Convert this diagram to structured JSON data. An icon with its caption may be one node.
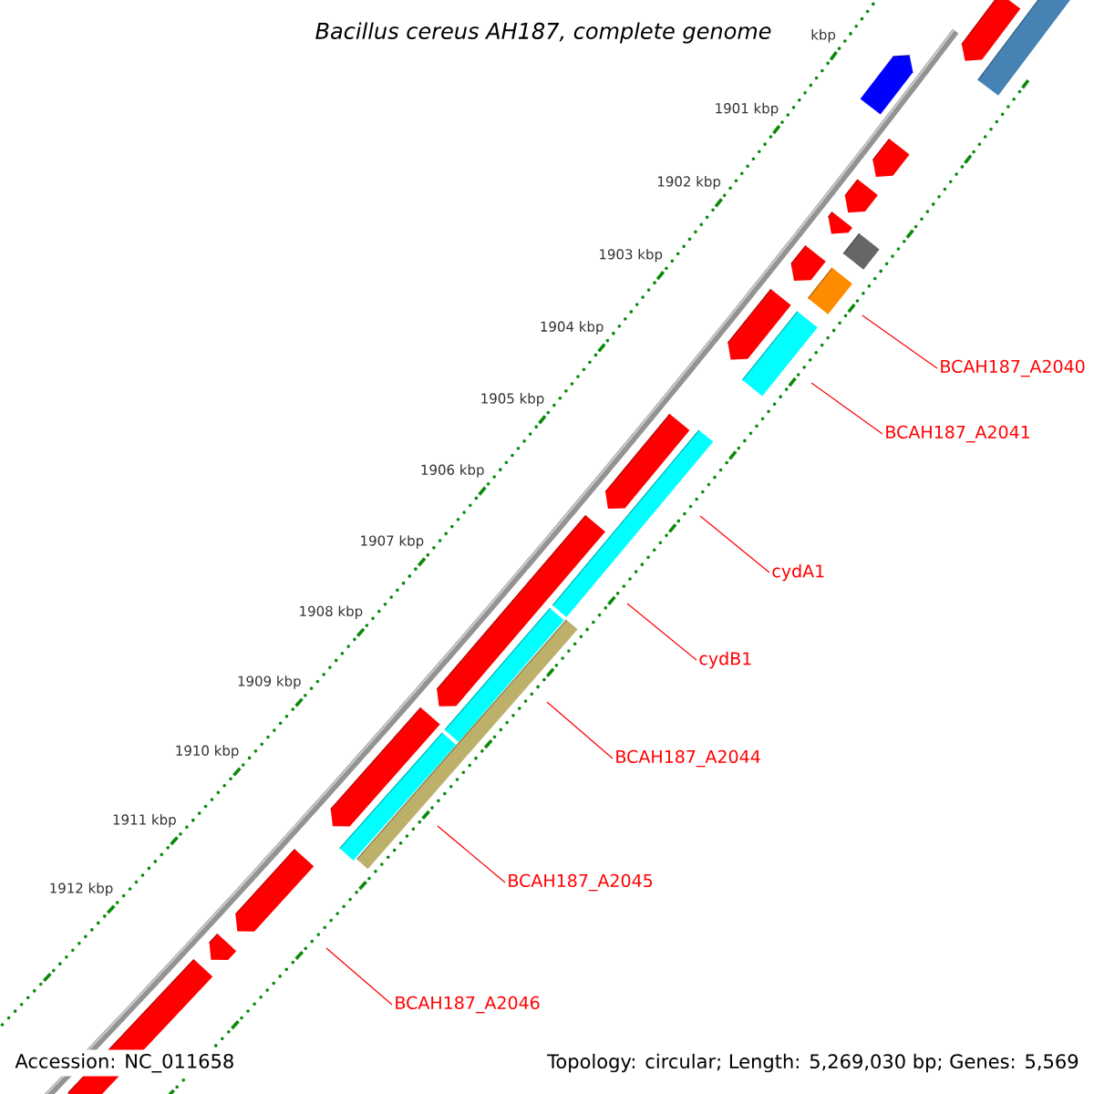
{
  "diagram": {
    "title": "Bacillus cereus AH187, complete genome",
    "nodes": [
      {
        "text": [
          "BCAH187_A2040"
        ]
      },
      {
        "text": [
          "BCAH187_A2041"
        ]
      },
      {
        "text": [
          "cydA1"
        ]
      },
      {
        "text": [
          "cydB1"
        ]
      },
      {
        "text": [
          "BCAH187_A2044"
        ]
      },
      {
        "text": [
          "BCAH187_A2045"
        ]
      },
      {
        "text": [
          "BCAH187_A2046"
        ]
      }
    ],
    "edges": [
      {
        "from": 0,
        "to": null,
        "arrow": "none"
      },
      {
        "from": 1,
        "to": null,
        "arrow": "none"
      },
      {
        "from": 2,
        "to": null,
        "arrow": "none"
      },
      {
        "from": 3,
        "to": null,
        "arrow": "none"
      },
      {
        "from": 4,
        "to": null,
        "arrow": "none"
      },
      {
        "from": 5,
        "to": null,
        "arrow": "none"
      },
      {
        "from": 6,
        "to": null,
        "arrow": "none"
      }
    ],
    "labels": [
      "kbp",
      "1901 kbp",
      "1902 kbp",
      "1903 kbp",
      "1904 kbp",
      "1905 kbp",
      "1906 kbp",
      "1907 kbp",
      "1908 kbp",
      "1909 kbp",
      "1910 kbp",
      "1911 kbp",
      "1912 kbp",
      "Accession: NC_011658",
      "Topology: circular; Length: 5,269,030 bp; Genes: 5,569"
    ]
  }
}
